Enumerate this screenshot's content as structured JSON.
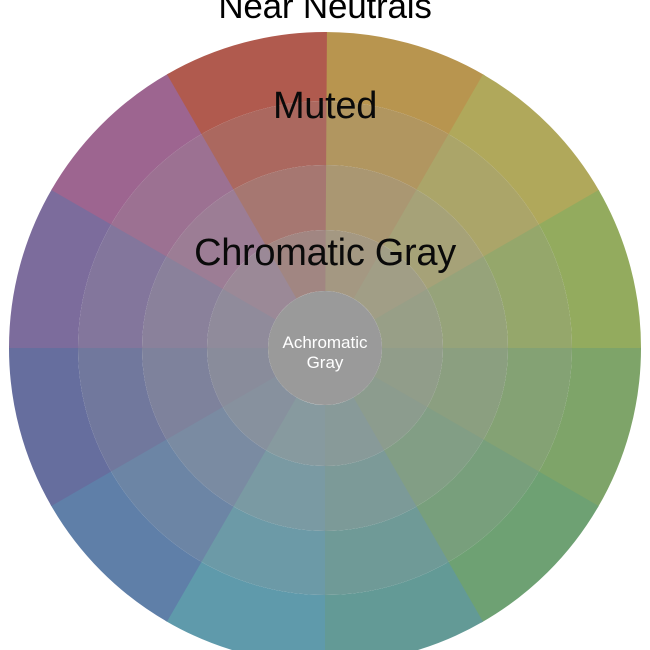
{
  "title": "Near Neutrals",
  "labels": {
    "muted": "Muted",
    "chromatic_gray": "Chromatic Gray",
    "achromatic_gray_line1": "Achromatic",
    "achromatic_gray_line2": "Gray"
  },
  "chart_data": {
    "type": "pie",
    "title": "Near Neutrals",
    "subtype": "color-wheel-rings",
    "center": [
      325,
      348
    ],
    "segments": 12,
    "segment_angle_degrees": 30,
    "start_angle_degrees": -90,
    "rings": [
      {
        "name": "outer-saturated",
        "inner_radius": 247,
        "outer_radius": 316,
        "desaturation": 0.0
      },
      {
        "name": "muted",
        "inner_radius": 183,
        "outer_radius": 247,
        "desaturation": 0.22
      },
      {
        "name": "chromatic-gray-outer",
        "inner_radius": 118,
        "outer_radius": 183,
        "desaturation": 0.46
      },
      {
        "name": "chromatic-gray-inner",
        "inner_radius": 57,
        "outer_radius": 118,
        "desaturation": 0.68
      },
      {
        "name": "achromatic-gray",
        "inner_radius": 0,
        "outer_radius": 57,
        "desaturation": 1.0,
        "color": "#9a9a9a"
      }
    ],
    "hues": [
      {
        "name": "yellow-orange",
        "index": 0,
        "angle_degrees": -90,
        "color": "#b8954f"
      },
      {
        "name": "yellow",
        "index": 1,
        "angle_degrees": -60,
        "color": "#b0a85b"
      },
      {
        "name": "yellow-green",
        "index": 2,
        "angle_degrees": -30,
        "color": "#93ab5e"
      },
      {
        "name": "green",
        "index": 3,
        "angle_degrees": 0,
        "color": "#7ea469"
      },
      {
        "name": "green-cyan",
        "index": 4,
        "angle_degrees": 30,
        "color": "#6ea173"
      },
      {
        "name": "cyan",
        "index": 5,
        "angle_degrees": 60,
        "color": "#639a96"
      },
      {
        "name": "cyan-blue",
        "index": 6,
        "angle_degrees": 90,
        "color": "#5f9aab"
      },
      {
        "name": "blue",
        "index": 7,
        "angle_degrees": 120,
        "color": "#5f7fa8"
      },
      {
        "name": "blue-violet",
        "index": 8,
        "angle_degrees": 150,
        "color": "#666e9e"
      },
      {
        "name": "violet",
        "index": 9,
        "angle_degrees": 180,
        "color": "#7c6c9c"
      },
      {
        "name": "magenta",
        "index": 10,
        "angle_degrees": 210,
        "color": "#9d6590"
      },
      {
        "name": "red",
        "index": 11,
        "angle_degrees": 240,
        "color": "#b05a4e"
      },
      {
        "name": "red-orange",
        "index": 12,
        "angle_degrees": 270,
        "color": "#b8704f"
      }
    ],
    "wheel_colors_clockwise_from_top": [
      "#b8954f",
      "#b0a85b",
      "#93ab5e",
      "#7ea469",
      "#6ea173",
      "#639a96",
      "#5f9aab",
      "#5f7fa8",
      "#666e9e",
      "#7c6c9c",
      "#9d6590",
      "#b05a4e"
    ],
    "achromatic_center_color": "#9a9a9a",
    "background_color": "#ffffff",
    "label_color_dark": "#0a0a0a",
    "label_color_light": "#ffffff"
  }
}
